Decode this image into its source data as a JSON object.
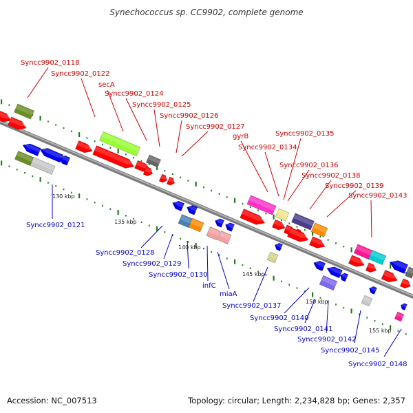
{
  "title": "Synechococcus sp. CC9902, complete genome",
  "footer": {
    "accession": "Accession: NC_007513",
    "topology": "Topology: circular; Length: 2,234,828 bp; Genes: 2,357"
  },
  "colors": {
    "backbone": "#8c8c8c",
    "tick": "#1e7d1e",
    "label_top": "#cc0000",
    "label_bottom": "#0000cc"
  },
  "scale_labels": [
    "130 kbp",
    "135 kbp",
    "140 kbp",
    "145 kbp",
    "150 kbp",
    "155 kbp"
  ],
  "genes_top": [
    "Syncc9902_0118",
    "Syncc9902_0122",
    "secA",
    "Syncc9902_0124",
    "Syncc9902_0125",
    "Syncc9902_0126",
    "Syncc9902_0127",
    "gyrB",
    "Syncc9902_0134",
    "Syncc9902_0135",
    "Syncc9902_0136",
    "Syncc9902_0138",
    "Syncc9902_0139",
    "Syncc9902_0143"
  ],
  "genes_bottom": [
    "Syncc9902_0121",
    "Syncc9902_0128",
    "Syncc9902_0129",
    "Syncc9902_0130",
    "infC",
    "miaA",
    "Syncc9902_0137",
    "Syncc9902_0140",
    "Syncc9902_0141",
    "Syncc9902_0142",
    "Syncc9902_0145",
    "Syncc9902_0148"
  ]
}
